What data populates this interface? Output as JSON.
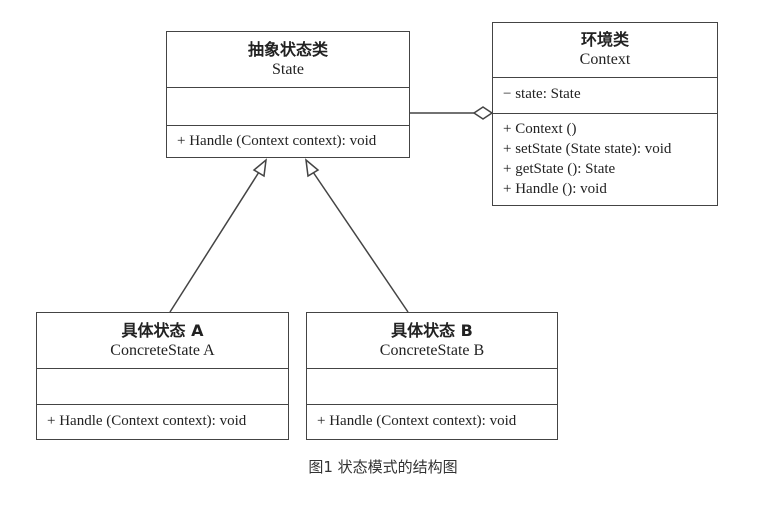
{
  "classes": {
    "state": {
      "cn": "抽象状态类",
      "en": "State",
      "attributes": [],
      "operations": [
        "+ Handle (Context context): void"
      ]
    },
    "context": {
      "cn": "环境类",
      "en": "Context",
      "attributes": [
        "− state: State"
      ],
      "operations": [
        "+ Context ()",
        "+ setState (State state): void",
        "+ getState (): State",
        "+ Handle (): void"
      ]
    },
    "concrete_a": {
      "cn": "具体状态 A",
      "en": "ConcreteState A",
      "attributes": [],
      "operations": [
        "+ Handle (Context context): void"
      ]
    },
    "concrete_b": {
      "cn": "具体状态 B",
      "en": "ConcreteState B",
      "attributes": [],
      "operations": [
        "+ Handle (Context context): void"
      ]
    }
  },
  "caption": "图1 状态模式的结构图"
}
